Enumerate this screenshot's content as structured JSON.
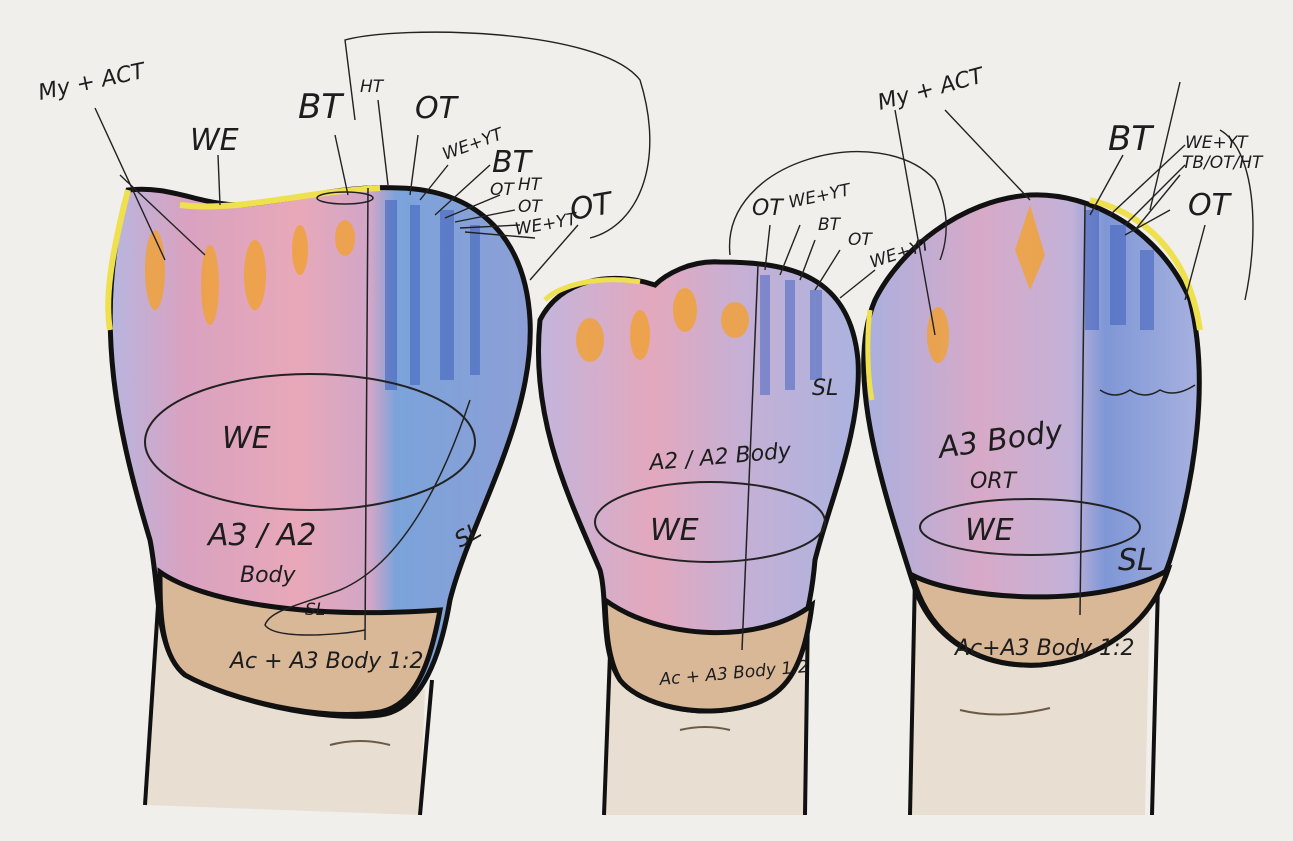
{
  "colors": {
    "paper": "#f1efec",
    "outline": "#111111",
    "lavender": "#b9b3d8",
    "pink": "#e4a1b5",
    "blue": "#6f8fd4",
    "deep_blue": "#3b56b0",
    "orange": "#f0a23a",
    "yellow": "#f3e35c",
    "cervical": "#d8b48e",
    "root": "#e6dccd"
  },
  "teeth": {
    "left": {
      "top_labels": [
        "My + ACT",
        "WE",
        "BT",
        "HT",
        "OT",
        "WE+YT",
        "BT",
        "OT",
        "HT",
        "OT",
        "WE+YT",
        "OT"
      ],
      "zone_we": "WE",
      "body_line1": "A3 / A2",
      "body_line2": "Body",
      "sl_right": "SL",
      "sl_bottom": "SL",
      "cervical": "Ac + A3 Body 1:2"
    },
    "middle": {
      "top_labels": [
        "OT",
        "WE+YT",
        "BT",
        "OT",
        "WE+YT"
      ],
      "body": "A2 / A2 Body",
      "zone_we": "WE",
      "sl": "SL",
      "cervical": "Ac + A3 Body 1:2"
    },
    "right": {
      "top_labels": [
        "My + ACT",
        "BT",
        "WE+YT",
        "TB/OT/HT",
        "OT"
      ],
      "body_line1": "A3 Body",
      "body_line2": "ORT",
      "zone_we": "WE",
      "sl": "SL",
      "cervical": "Ac+A3 Body 1:2"
    }
  }
}
